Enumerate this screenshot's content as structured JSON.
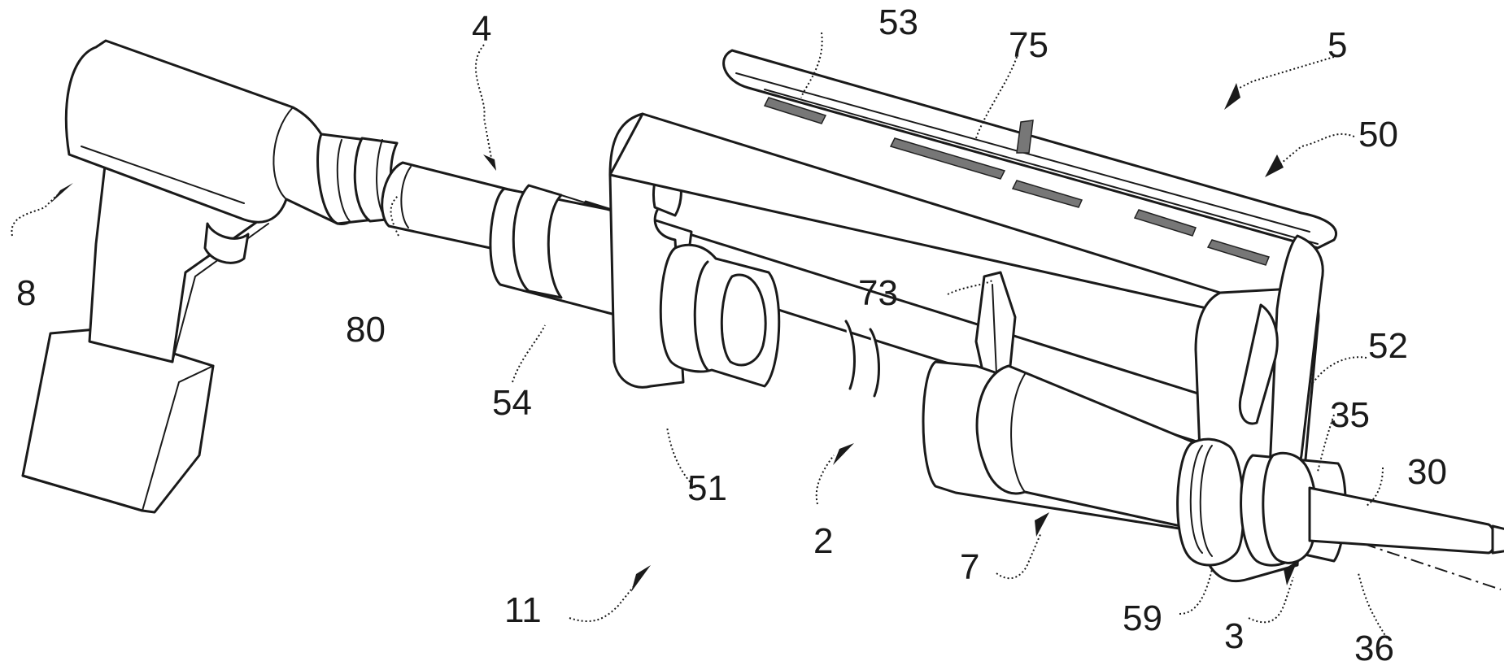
{
  "reference_labels": {
    "l2": "2",
    "l3": "3",
    "l4": "4",
    "l5": "5",
    "l7": "7",
    "l8": "8",
    "l11": "11",
    "l30": "30",
    "l35": "35",
    "l36": "36",
    "l50": "50",
    "l51": "51",
    "l52": "52",
    "l53": "53",
    "l54": "54",
    "l59": "59",
    "l73": "73",
    "l75": "75",
    "l80": "80"
  }
}
